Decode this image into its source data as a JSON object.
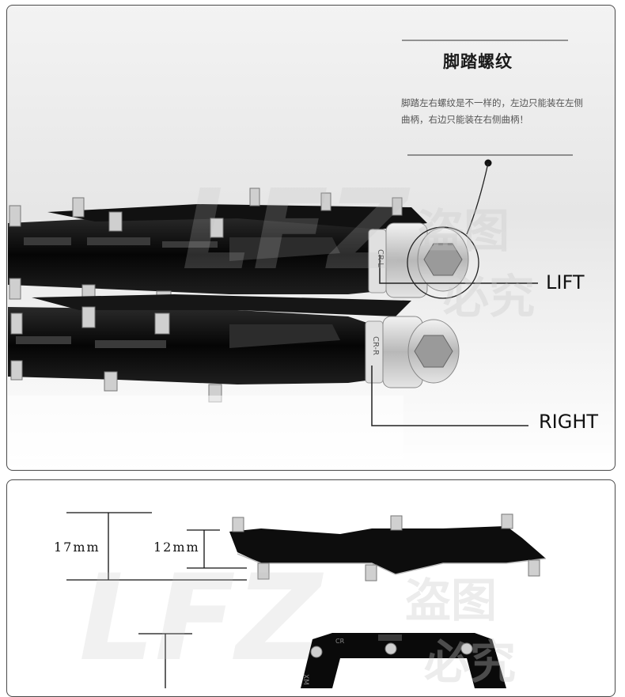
{
  "thread_section": {
    "title": "脚踏螺纹",
    "description": "脚踏左右螺纹是不一样的，左边只能装在左侧曲柄，右边只能装在右侧曲柄！",
    "label_left": "LIFT",
    "label_right": "RIGHT",
    "spindle_mark_left": "CR-L",
    "spindle_mark_right": "CR-R"
  },
  "dimension_section": {
    "height_total": "17mm",
    "height_body": "12mm",
    "pedal_mark": "CR",
    "pedal_side_mark": "XM"
  },
  "watermark": {
    "brand": "LFZ",
    "text_top": "盗图",
    "text_bottom": "必究"
  },
  "colors": {
    "pedal_body": "#0d0d0d",
    "spindle": "#c8c8c8",
    "border": "#4a4a4a"
  }
}
